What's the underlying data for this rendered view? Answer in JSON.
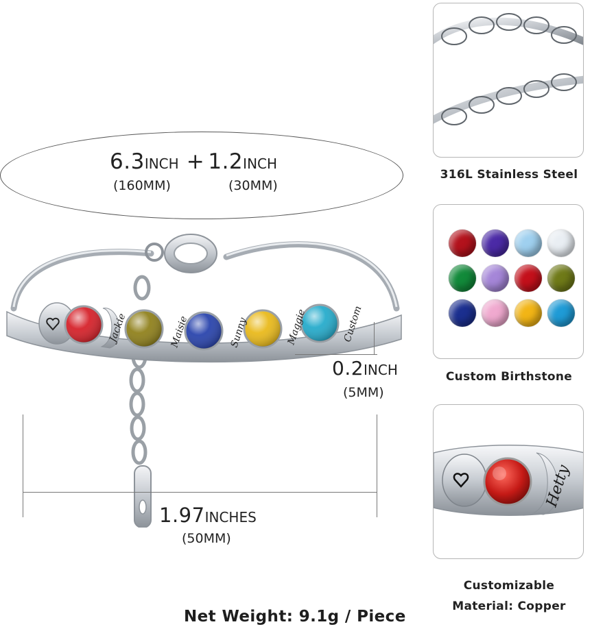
{
  "length": {
    "main_inch": "6.3",
    "main_unit": "INCH",
    "plus": "+",
    "extender_inch": "1.2",
    "extender_unit": "INCH",
    "main_mm": "(160MM)",
    "extender_mm": "(30MM)"
  },
  "width": {
    "value": "0.2",
    "unit": "INCH",
    "mm": "(5MM)"
  },
  "extender": {
    "value": "1.97",
    "unit": "INCHES",
    "mm": "(50MM)"
  },
  "bracelet_names": [
    "Jackie",
    "Maisie",
    "Sunny",
    "Maggie",
    "Custom"
  ],
  "bracelet_stone_colors": [
    "#d4161f",
    "#8a7a10",
    "#1e3aa8",
    "#e8b60f",
    "#1aa7c9"
  ],
  "panels": {
    "steel": {
      "caption": "316L Stainless Steel"
    },
    "birthstone": {
      "caption": "Custom Birthstone",
      "stone_colors": [
        "#b3121c",
        "#4b2aa6",
        "#9fd0ef",
        "#e9eef3",
        "#128a3a",
        "#a586d8",
        "#c4101b",
        "#6f7a18",
        "#1b2f8f",
        "#f0a9cf",
        "#f2b516",
        "#1f9bd6"
      ]
    },
    "closeup": {
      "name": "Hetty",
      "caption_line1": "Customizable",
      "caption_line2": "Material: Copper"
    }
  },
  "net_weight": "Net Weight:  9.1g / Piece",
  "colors": {
    "steel": "#c9cdd2",
    "steel_dark": "#8e949b",
    "border": "#b5b5b5"
  }
}
